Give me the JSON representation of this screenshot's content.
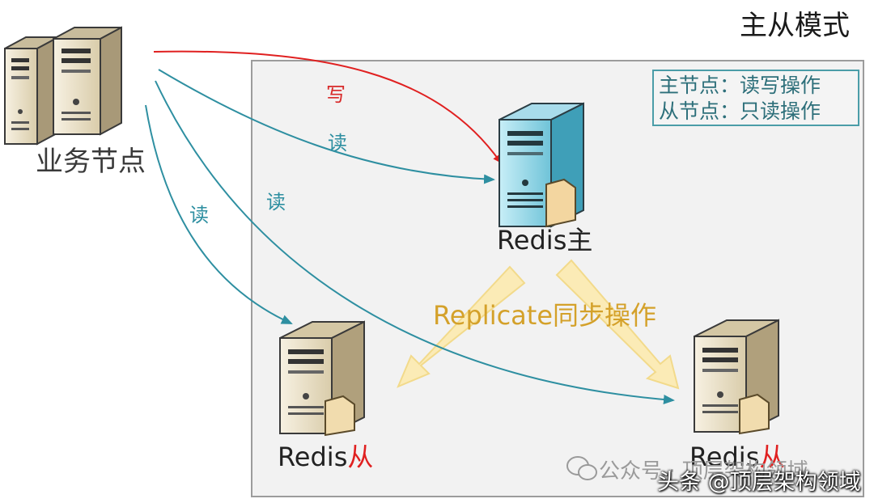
{
  "title": "主从模式",
  "business_node": {
    "label": "业务节点"
  },
  "legend": {
    "line1": "主节点：读写操作",
    "line2": "从节点：只读操作"
  },
  "edges": {
    "write_label": "写",
    "read_label_1": "读",
    "read_label_2": "读",
    "read_label_3": "读"
  },
  "master": {
    "label": "Redis主"
  },
  "slave_left": {
    "label_prefix": "Redis",
    "label_suffix": "从"
  },
  "slave_right": {
    "label_prefix": "Redis",
    "label_suffix": "从"
  },
  "replication": {
    "label": "Replicate同步操作"
  },
  "watermark": {
    "text": "公众号 · 顶层架构领域"
  },
  "brand": {
    "text": "头条 @顶层架构领域"
  },
  "colors": {
    "write_arrow": "#e02020",
    "read_arrow": "#2e8fa1",
    "replicate_arrow": "#fde9a6",
    "master_server": "#7fcde0",
    "slave_server": "#e7ddc4",
    "cluster_bg": "#f2f2f2"
  }
}
